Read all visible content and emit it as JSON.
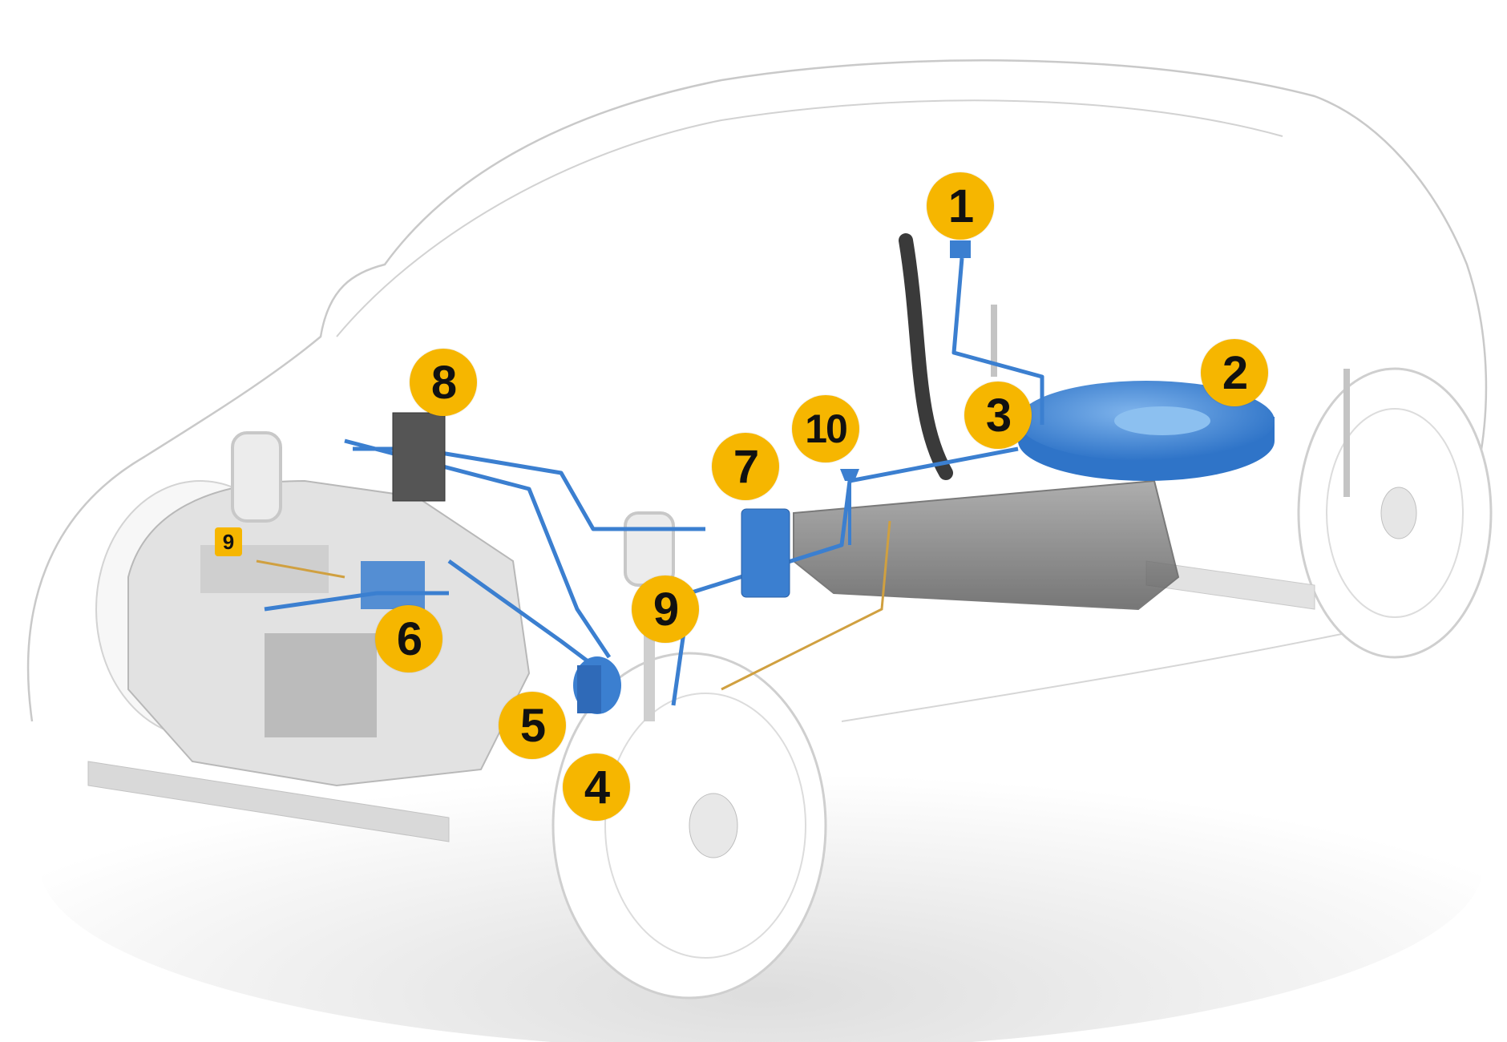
{
  "colors": {
    "accent_yellow": "#f6b600",
    "component_blue": "#3b7fd0",
    "body_outline": "#c9c9c9",
    "engine_grey": "#d6d6d6",
    "tank_grey": "#7a7a7a"
  },
  "callouts": [
    {
      "id": "1",
      "label": "1"
    },
    {
      "id": "2",
      "label": "2"
    },
    {
      "id": "3",
      "label": "3"
    },
    {
      "id": "4",
      "label": "4"
    },
    {
      "id": "5",
      "label": "5"
    },
    {
      "id": "6",
      "label": "6"
    },
    {
      "id": "7",
      "label": "7"
    },
    {
      "id": "8",
      "label": "8"
    },
    {
      "id": "9",
      "label": "9"
    },
    {
      "id": "10",
      "label": "10"
    },
    {
      "id": "9-small",
      "label": "9"
    }
  ]
}
